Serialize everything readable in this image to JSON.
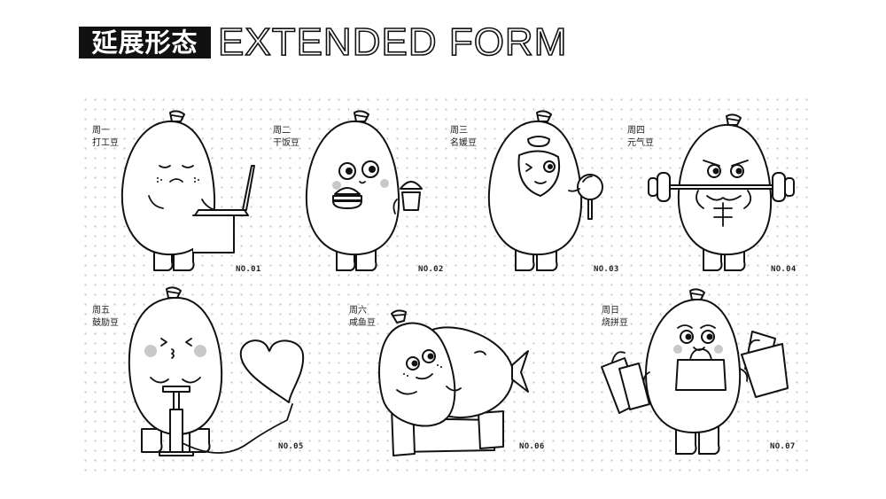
{
  "header": {
    "title_cn": "延展形态",
    "title_en": "EXTENDED FORM"
  },
  "colors": {
    "ink": "#111111",
    "background": "#ffffff",
    "dot_grid": "#c9c9c9",
    "blush": "#c8c8c8"
  },
  "cards": [
    {
      "day": "周一",
      "name": "打工豆",
      "no": "NO.01",
      "icon": "bean-working-laptop"
    },
    {
      "day": "周二",
      "name": "干饭豆",
      "no": "NO.02",
      "icon": "bean-eating-burger"
    },
    {
      "day": "周三",
      "name": "名媛豆",
      "no": "NO.03",
      "icon": "bean-facemask-mirror"
    },
    {
      "day": "周四",
      "name": "元气豆",
      "no": "NO.04",
      "icon": "bean-barbell"
    },
    {
      "day": "周五",
      "name": "鼓励豆",
      "no": "NO.05",
      "icon": "bean-pump-heart-balloon"
    },
    {
      "day": "周六",
      "name": "咸鱼豆",
      "no": "NO.06",
      "icon": "bean-fish-sofa"
    },
    {
      "day": "周日",
      "name": "烧拼豆",
      "no": "NO.07",
      "icon": "bean-shopping-bags"
    }
  ]
}
